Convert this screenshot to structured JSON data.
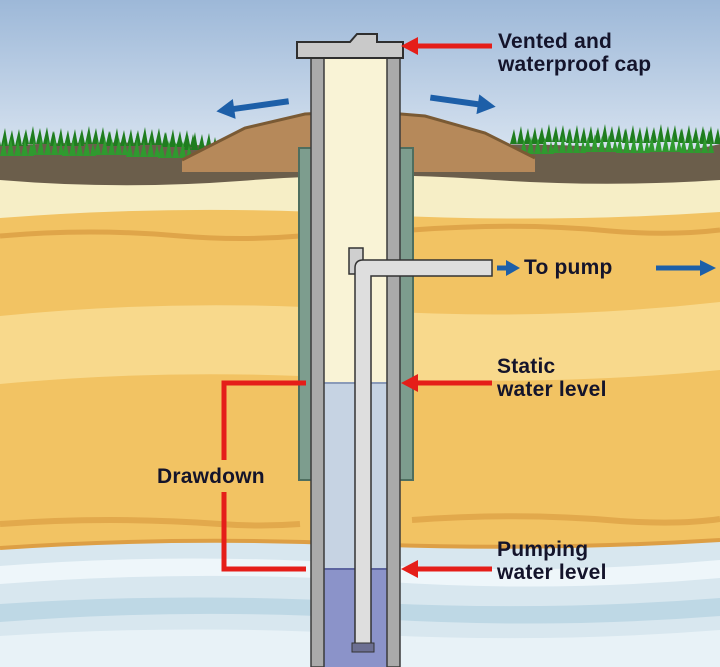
{
  "diagram": {
    "labels": {
      "cap": {
        "line1": "Vented and",
        "line2": "waterproof cap"
      },
      "to_pump": "To pump",
      "static": {
        "line1": "Static",
        "line2": "water level"
      },
      "drawdown": "Drawdown",
      "pumping": {
        "line1": "Pumping",
        "line2": "water level"
      }
    },
    "colors": {
      "arrow_red": "#e51e19",
      "arrow_blue": "#1d5fa8",
      "label_text": "#14142b",
      "sky_top": "#9db8d8",
      "sky_bottom": "#e9f1f8",
      "grass": "#2f9a2f",
      "topsoil": "#6b5e4b",
      "mound": "#b6895a",
      "subsoil_cream": "#f6eec6",
      "sand": "#f2c363",
      "sand_light": "#f8d98c",
      "saturated_zone": "#d8e7ef",
      "grout_seal": "#7d9d8e",
      "casing": "#aaaaaa",
      "casing_interior": "#f9f3d6",
      "static_water": "#c6d3e3",
      "pumping_water": "#8b93c9",
      "pipe": "#dedede",
      "cap": "#c9c9c9"
    }
  }
}
